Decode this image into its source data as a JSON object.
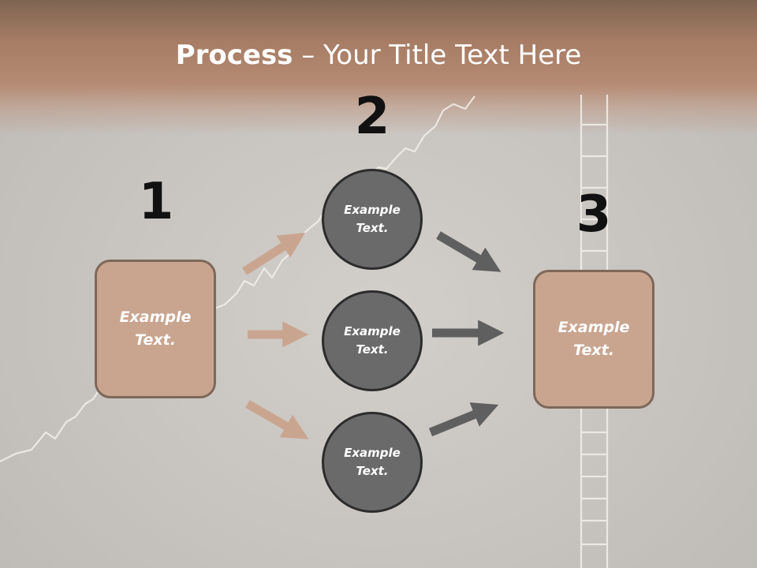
{
  "title": {
    "bold": "Process",
    "rest": " – Your Title Text Here"
  },
  "steps": [
    {
      "number": "1",
      "text_line1": "Example",
      "text_line2": "Text."
    },
    {
      "number": "2"
    },
    {
      "number": "3",
      "text_line1": "Example",
      "text_line2": "Text."
    }
  ],
  "circles": [
    {
      "text_line1": "Example",
      "text_line2": "Text."
    },
    {
      "text_line1": "Example",
      "text_line2": "Text."
    },
    {
      "text_line1": "Example",
      "text_line2": "Text."
    }
  ],
  "colors": {
    "box_fill": "#c9a590",
    "box_border": "#7e6859",
    "circle_fill": "#6a6a6a",
    "circle_border": "#2c2c2c",
    "arrow_in": "#c9a590",
    "arrow_out": "#5f5f5f",
    "header": "#b58a72"
  }
}
